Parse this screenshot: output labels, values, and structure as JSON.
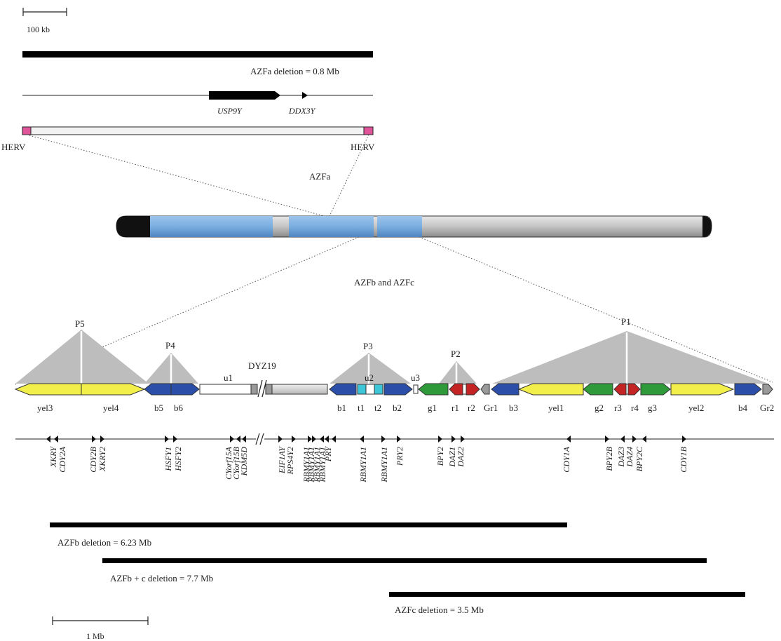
{
  "scale_top": "100 kb",
  "scale_bottom": "1 Mb",
  "azfa": {
    "deletion_label": "AZFa deletion = 0.8 Mb",
    "genes": [
      "USP9Y",
      "DDX3Y"
    ],
    "herv_left": "HERV",
    "herv_right": "HERV",
    "region_label": "AZFa"
  },
  "azfbc_label": "AZFb and AZFc",
  "palindromes": [
    "P5",
    "P4",
    "P3",
    "P2",
    "P1"
  ],
  "dyz19": "DYZ19",
  "u_labels": [
    "u1",
    "u2",
    "u3"
  ],
  "amplicons": [
    "yel3",
    "yel4",
    "b5",
    "b6",
    "b1",
    "t1",
    "t2",
    "b2",
    "g1",
    "r1",
    "r2",
    "Gr1",
    "b3",
    "yel1",
    "g2",
    "r3",
    "r4",
    "g3",
    "yel2",
    "b4",
    "Gr2"
  ],
  "genes": [
    "XKRY",
    "CDY2A",
    "CDY2B",
    "XKRY2",
    "HSFY1",
    "HSFY2",
    "CYorf15A",
    "CYorf15B",
    "KDM5D",
    "EIF1AY",
    "RPS4Y2",
    "RBMY1A1",
    "RBMY1A1",
    "RBMY1A1",
    "RBMY1A1",
    "PRY",
    "RBMY1A1",
    "RBMY1A1",
    "PRY2",
    "BPY2",
    "DAZ1",
    "DAZ2",
    "CDY1A",
    "BPY2B",
    "DAZ3",
    "DAZ4",
    "BPY2C",
    "CDY1B"
  ],
  "deletions": [
    "AZFb deletion = 6.23 Mb",
    "AZFb + c deletion = 7.7 Mb",
    "AZFc deletion = 3.5 Mb"
  ],
  "colors": {
    "yellow": "#f2ef4a",
    "blue": "#2b4fa8",
    "cyan": "#3cc6d8",
    "green": "#2f9a3a",
    "red": "#c42424",
    "grey_palindrome": "#bdbdbd",
    "chromosome_blue": "#7aaee0",
    "herv_pink": "#e0559a"
  }
}
